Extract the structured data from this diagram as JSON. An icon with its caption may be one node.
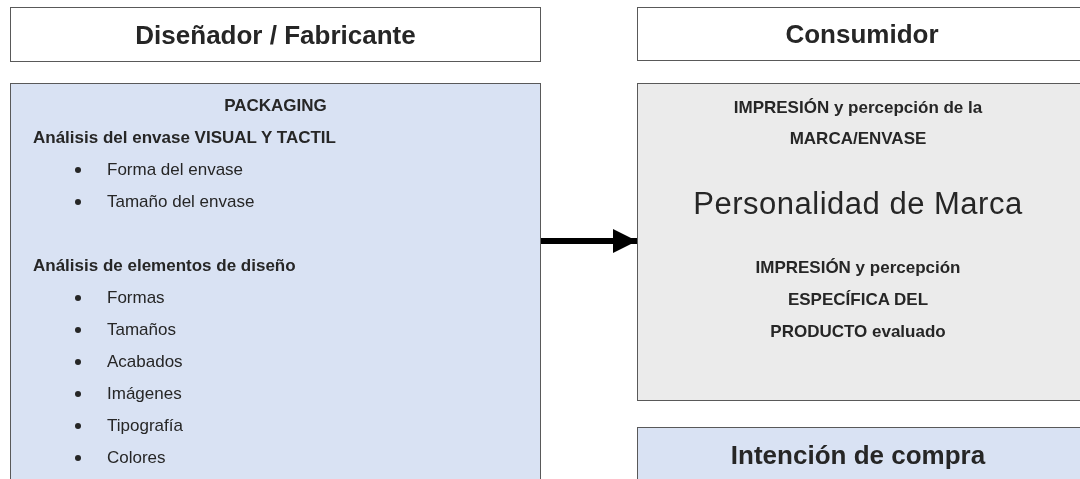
{
  "diagram": {
    "nodes": [
      {
        "text": [
          "Diseñador / Fabricante"
        ]
      },
      {
        "text": [
          "PACKAGING",
          "Análisis del envase VISUAL Y TACTIL",
          "Forma del envase",
          "Tamaño del envase",
          "Análisis de elementos de diseño",
          "Formas",
          "Tamaños",
          "Acabados",
          "Imágenes",
          "Tipografía",
          "Colores"
        ]
      },
      {
        "text": [
          "Consumidor"
        ]
      },
      {
        "text": [
          "IMPRESIÓN y percepción de la MARCA/ENVASE",
          "Personalidad de Marca",
          "IMPRESIÓN y percepción ESPECÍFICA DEL PRODUCTO evaluado"
        ]
      },
      {
        "text": [
          "Intención de compra"
        ]
      }
    ],
    "edges": [
      {
        "from": 1,
        "to": 3,
        "arrow": "to"
      }
    ]
  }
}
